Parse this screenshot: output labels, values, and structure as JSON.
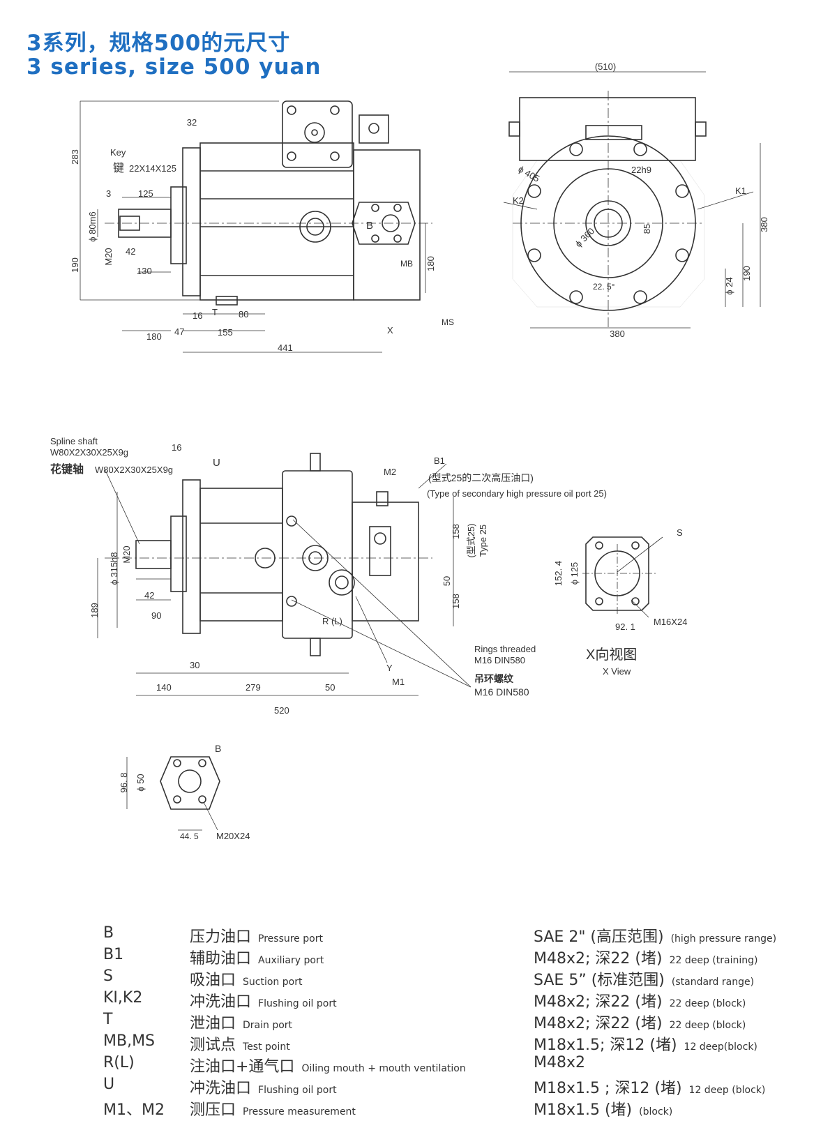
{
  "title": {
    "cn": "3系列，规格500的元尺寸",
    "en": "3 series, size 500 yuan"
  },
  "labels": {
    "d510": "(510)",
    "d32": "32",
    "d283": "283",
    "key_en": "Key",
    "key_cn": "键",
    "key_spec": "22X14X125",
    "d3": "3",
    "d125": "125",
    "phi80": "ϕ 80m6",
    "m20_top": "M20",
    "d42_top": "42",
    "d190_left": "190",
    "d130": "130",
    "d16_top": "16",
    "t_label": "T",
    "d80": "80",
    "d180_left": "180",
    "d47": "47",
    "d155": "155",
    "d441": "441",
    "b_label_top": "B",
    "mb_label": "MB",
    "ms_label": "MS",
    "x_label": "X",
    "d180_right": "180",
    "phi405": "ϕ 405",
    "d22h9": "22h9",
    "k2": "K2",
    "k1": "K1",
    "phi360": "ϕ 360",
    "d85": "85",
    "d380_v": "380",
    "d190_v": "190",
    "phi24": "ϕ 24",
    "ang225": "22. 5°",
    "d380_h": "380",
    "spline_en": "Spline shaft",
    "spline_spec_en": "W80X2X30X25X9g",
    "spline_cn": "花键轴",
    "spline_spec_cn": "W80X2X30X25X9g",
    "d16_mid": "16",
    "u_label": "U",
    "m2": "M2",
    "b1": "B1",
    "b1_cn": "(型式25的二次高压油口)",
    "b1_en": "(Type of secondary high pressure oil port 25)",
    "phi315": "ϕ 315h8",
    "m20_mid": "M20",
    "d42_mid": "42",
    "d90": "90",
    "d189": "189",
    "d158a": "158",
    "d50_v": "50",
    "d158b": "158",
    "type25_cn": "(型式25)",
    "type25_en": "Type 25",
    "rl": "R (L)",
    "d30": "30",
    "d140": "140",
    "d279": "279",
    "d50_h": "50",
    "d520": "520",
    "y_label": "Y",
    "m1": "M1",
    "rings_en1": "Rings threaded",
    "rings_en2": "M16 DIN580",
    "rings_cn1": "吊环螺纹",
    "rings_cn2": "M16 DIN580",
    "s_label": "S",
    "d1524": "152. 4",
    "phi125": "ϕ 125",
    "d921": "92. 1",
    "m16x24": "M16X24",
    "xview_cn": "X向视图",
    "xview_en": "X View",
    "b_small": "B",
    "d968": "96. 8",
    "phi50": "ϕ 50",
    "d445": "44. 5",
    "m20x24": "M20X24"
  },
  "legend": [
    {
      "code": "B",
      "cn": "压力油口",
      "en": "Pressure port",
      "spec": "SAE 2\" (高压范围)",
      "note": "(high pressure range)"
    },
    {
      "code": "B1",
      "cn": "辅助油口",
      "en": "Auxiliary port",
      "spec": "M48x2; 深22 (堵)",
      "note": "22 deep (training)"
    },
    {
      "code": "S",
      "cn": "吸油口",
      "en": "Suction port",
      "spec": "SAE 5” (标准范围)",
      "note": "(standard range)"
    },
    {
      "code": "KI,K2",
      "cn": "冲洗油口",
      "en": "Flushing oil port",
      "spec": "M48x2; 深22 (堵)",
      "note": "22 deep (block)"
    },
    {
      "code": "T",
      "cn": "泄油口",
      "en": "Drain port",
      "spec": "M48x2; 深22 (堵)",
      "note": "22 deep (block)"
    },
    {
      "code": "MB,MS",
      "cn": "测试点",
      "en": "Test point",
      "spec": "M18x1.5; 深12 (堵)",
      "note": "12 deep(block)"
    },
    {
      "code": "R(L)",
      "cn": "注油口+通气口",
      "en": "Oiling mouth + mouth ventilation",
      "spec": "M48x2",
      "note": ""
    },
    {
      "code": "U",
      "cn": "冲洗油口",
      "en": "Flushing oil port",
      "spec": "M18x1.5 ; 深12 (堵)",
      "note": "12 deep (block)"
    },
    {
      "code": "M1、M2",
      "cn": "测压口",
      "en": "Pressure measurement",
      "spec": "M18x1.5 (堵)",
      "note": "(block)"
    }
  ]
}
